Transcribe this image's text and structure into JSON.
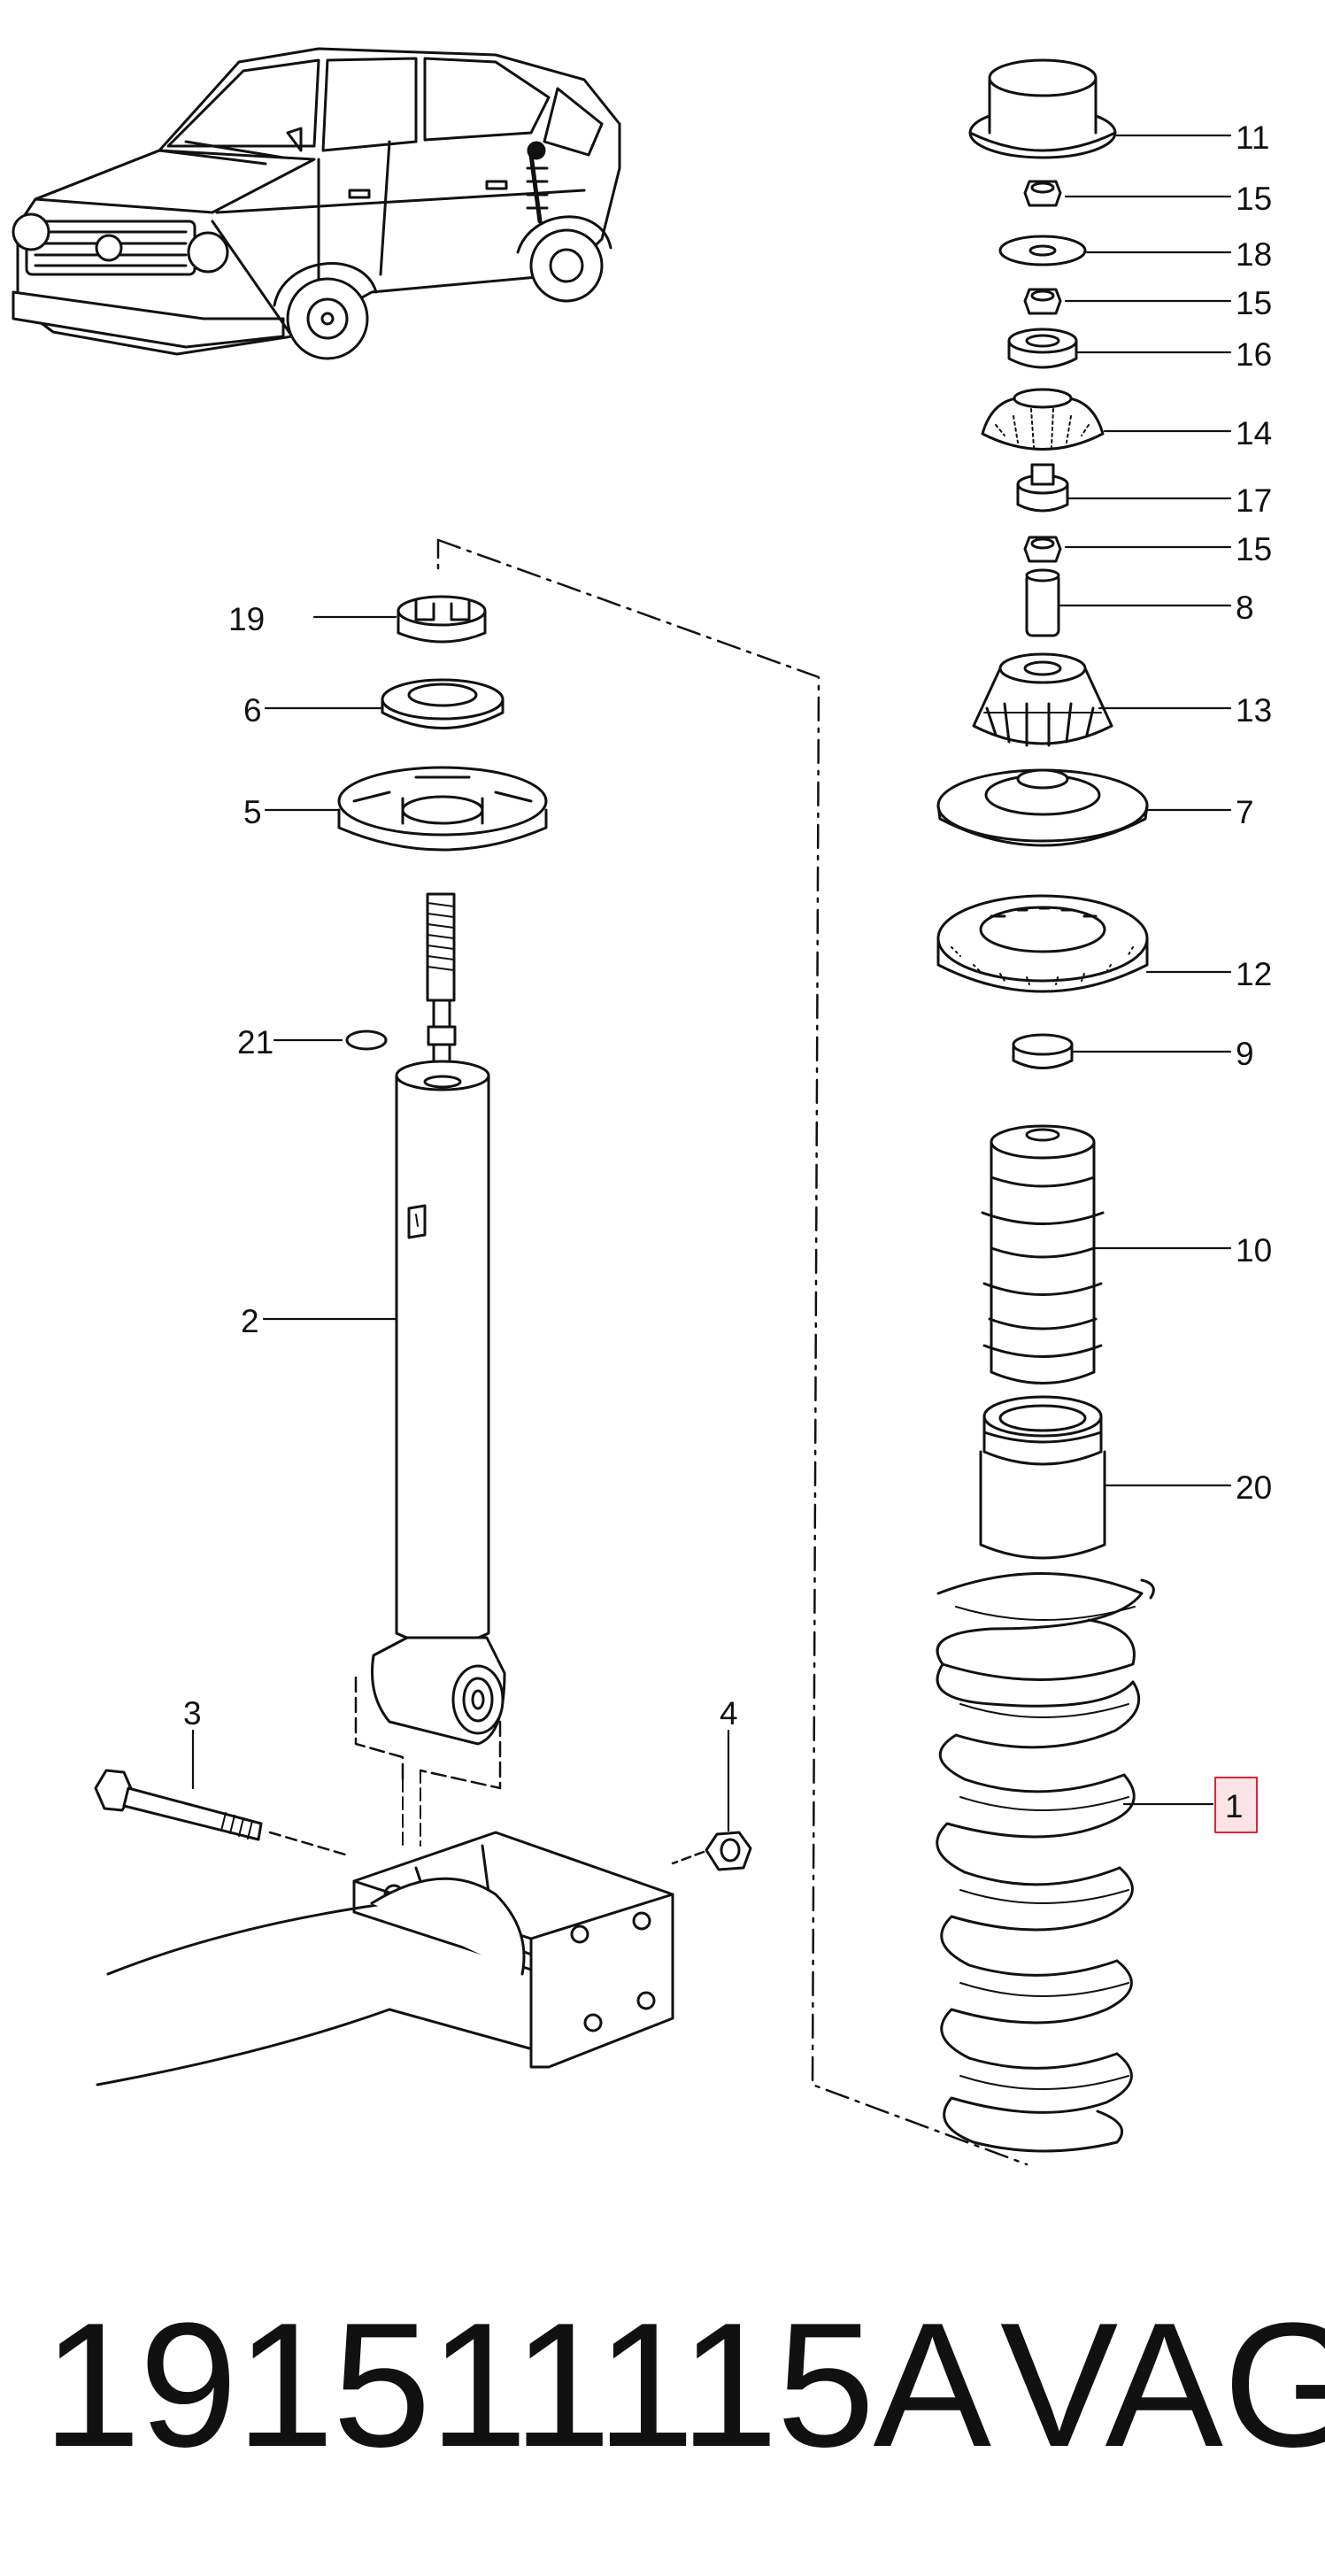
{
  "callouts": [
    {
      "id": "c11",
      "label": "11"
    },
    {
      "id": "c15a",
      "label": "15"
    },
    {
      "id": "c18",
      "label": "18"
    },
    {
      "id": "c15b",
      "label": "15"
    },
    {
      "id": "c16",
      "label": "16"
    },
    {
      "id": "c14",
      "label": "14"
    },
    {
      "id": "c17",
      "label": "17"
    },
    {
      "id": "c15c",
      "label": "15"
    },
    {
      "id": "c8",
      "label": "8"
    },
    {
      "id": "c13",
      "label": "13"
    },
    {
      "id": "c7",
      "label": "7"
    },
    {
      "id": "c12",
      "label": "12"
    },
    {
      "id": "c9",
      "label": "9"
    },
    {
      "id": "c10",
      "label": "10"
    },
    {
      "id": "c20",
      "label": "20"
    },
    {
      "id": "c1",
      "label": "1",
      "highlighted": true
    },
    {
      "id": "c19",
      "label": "19"
    },
    {
      "id": "c6",
      "label": "6"
    },
    {
      "id": "c5",
      "label": "5"
    },
    {
      "id": "c21",
      "label": "21"
    },
    {
      "id": "c2",
      "label": "2"
    },
    {
      "id": "c3",
      "label": "3"
    },
    {
      "id": "c4",
      "label": "4"
    }
  ],
  "highlight_color": "#d9253a",
  "highlight_fill": "#fbe3e6",
  "footer": {
    "part_number": "191511115A",
    "brand": "VAG"
  }
}
